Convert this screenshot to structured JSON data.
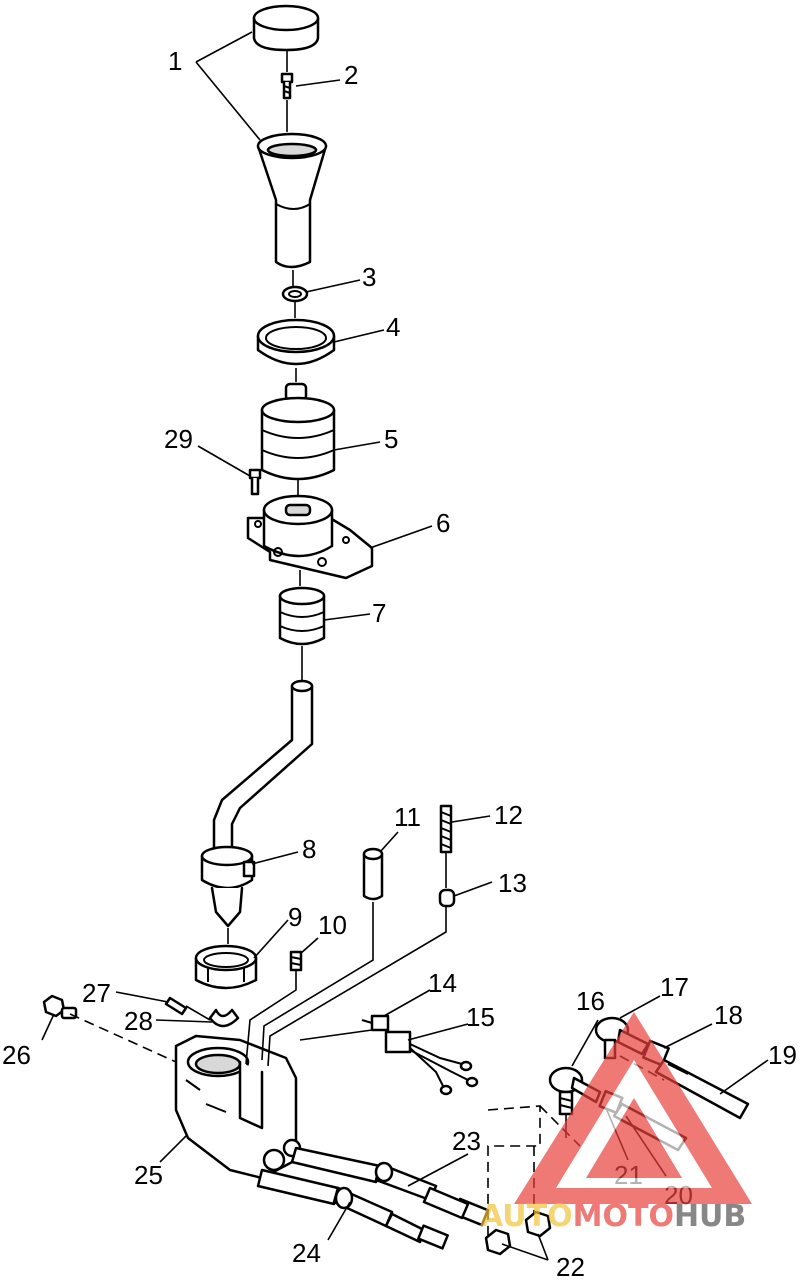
{
  "diagram": {
    "callouts": [
      "1",
      "2",
      "3",
      "4",
      "5",
      "6",
      "7",
      "8",
      "9",
      "10",
      "11",
      "12",
      "13",
      "14",
      "15",
      "16",
      "17",
      "18",
      "19",
      "20",
      "21",
      "22",
      "23",
      "24",
      "25",
      "26",
      "27",
      "28",
      "29"
    ]
  },
  "watermark": {
    "part1": "AUTO",
    "part2": "MOTO",
    "part3": "HUB",
    "colors": {
      "auto": "#f2c23a",
      "moto": "#e8413c",
      "hub": "#555555",
      "triangle": "#e8413c"
    }
  }
}
